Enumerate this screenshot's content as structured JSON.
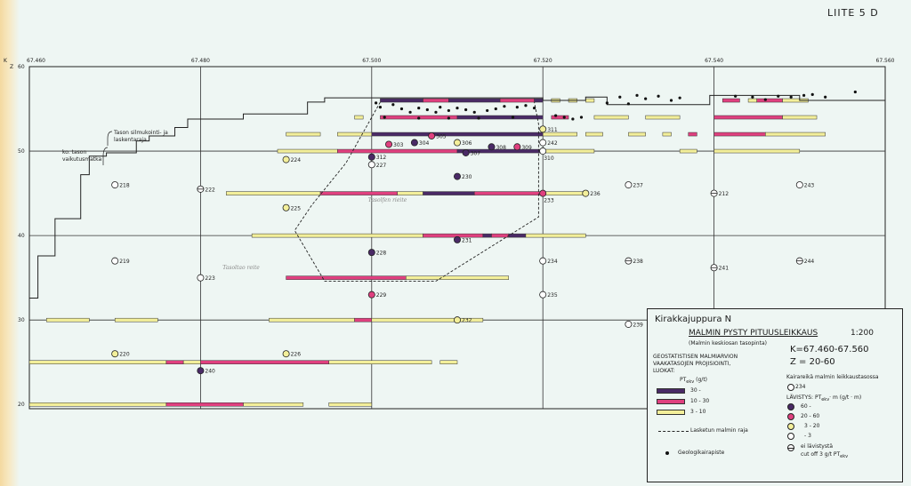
{
  "sheet_label": "LIITE 5 D",
  "axes": {
    "x_label": "K",
    "y_label": "Z",
    "x_ticks": [
      "67.460",
      "67.480",
      "67.500",
      "67.520",
      "67.540",
      "67.560"
    ],
    "x_values": [
      67.46,
      67.48,
      67.5,
      67.52,
      67.54,
      67.56
    ],
    "y_ticks": [
      "60",
      "50",
      "40",
      "30",
      "20"
    ],
    "y_values": [
      60,
      50,
      40,
      30,
      20
    ],
    "range_x": [
      67.46,
      67.56
    ],
    "range_z": [
      19.5,
      60
    ]
  },
  "annotations": {
    "model_surface": "Tason silmukointi- ja laskentaraja",
    "effect_depth": "ko. tason vaikutusmatka"
  },
  "colors": {
    "class_high": "#4a2a66",
    "class_mid": "#e0407f",
    "class_low": "#f3ef9a",
    "dot_60": "#4a2a66",
    "dot_20_60": "#e0407f",
    "dot_3_20": "#f3ef9a",
    "dot_0_3": "#ffffff"
  },
  "ore_bars": [
    {
      "k1": 67.46,
      "k2": 67.476,
      "z": 25,
      "class": "low"
    },
    {
      "k1": 67.476,
      "k2": 67.478,
      "z": 25,
      "class": "mid"
    },
    {
      "k1": 67.478,
      "k2": 67.48,
      "z": 25,
      "class": "low"
    },
    {
      "k1": 67.48,
      "k2": 67.495,
      "z": 25,
      "class": "mid"
    },
    {
      "k1": 67.495,
      "k2": 67.507,
      "z": 25,
      "class": "low"
    },
    {
      "k1": 67.508,
      "k2": 67.51,
      "z": 25,
      "class": "low"
    },
    {
      "k1": 67.46,
      "k2": 67.476,
      "z": 20,
      "class": "low"
    },
    {
      "k1": 67.476,
      "k2": 67.485,
      "z": 20,
      "class": "mid"
    },
    {
      "k1": 67.485,
      "k2": 67.492,
      "z": 20,
      "class": "low"
    },
    {
      "k1": 67.495,
      "k2": 67.5,
      "z": 20,
      "class": "low"
    },
    {
      "k1": 67.462,
      "k2": 67.467,
      "z": 30,
      "class": "low"
    },
    {
      "k1": 67.47,
      "k2": 67.475,
      "z": 30,
      "class": "low"
    },
    {
      "k1": 67.488,
      "k2": 67.498,
      "z": 30,
      "class": "low"
    },
    {
      "k1": 67.498,
      "k2": 67.5,
      "z": 30,
      "class": "mid"
    },
    {
      "k1": 67.5,
      "k2": 67.513,
      "z": 30,
      "class": "low"
    },
    {
      "k1": 67.49,
      "k2": 67.504,
      "z": 35,
      "class": "mid"
    },
    {
      "k1": 67.504,
      "k2": 67.516,
      "z": 35,
      "class": "low"
    },
    {
      "k1": 67.486,
      "k2": 67.506,
      "z": 40,
      "class": "low"
    },
    {
      "k1": 67.506,
      "k2": 67.513,
      "z": 40,
      "class": "mid"
    },
    {
      "k1": 67.513,
      "k2": 67.514,
      "z": 40,
      "class": "high"
    },
    {
      "k1": 67.514,
      "k2": 67.516,
      "z": 40,
      "class": "mid"
    },
    {
      "k1": 67.516,
      "k2": 67.518,
      "z": 40,
      "class": "high"
    },
    {
      "k1": 67.518,
      "k2": 67.525,
      "z": 40,
      "class": "low"
    },
    {
      "k1": 67.483,
      "k2": 67.494,
      "z": 45,
      "class": "low"
    },
    {
      "k1": 67.494,
      "k2": 67.503,
      "z": 45,
      "class": "mid"
    },
    {
      "k1": 67.503,
      "k2": 67.506,
      "z": 45,
      "class": "low"
    },
    {
      "k1": 67.506,
      "k2": 67.512,
      "z": 45,
      "class": "high"
    },
    {
      "k1": 67.512,
      "k2": 67.52,
      "z": 45,
      "class": "mid"
    },
    {
      "k1": 67.52,
      "k2": 67.525,
      "z": 45,
      "class": "low"
    },
    {
      "k1": 67.489,
      "k2": 67.496,
      "z": 50,
      "class": "low"
    },
    {
      "k1": 67.496,
      "k2": 67.51,
      "z": 50,
      "class": "mid"
    },
    {
      "k1": 67.51,
      "k2": 67.52,
      "z": 50,
      "class": "high"
    },
    {
      "k1": 67.52,
      "k2": 67.526,
      "z": 50,
      "class": "low"
    },
    {
      "k1": 67.536,
      "k2": 67.538,
      "z": 50,
      "class": "low"
    },
    {
      "k1": 67.54,
      "k2": 67.55,
      "z": 50,
      "class": "low"
    },
    {
      "k1": 67.49,
      "k2": 67.494,
      "z": 52,
      "class": "low"
    },
    {
      "k1": 67.496,
      "k2": 67.5,
      "z": 52,
      "class": "low"
    },
    {
      "k1": 67.5,
      "k2": 67.52,
      "z": 52,
      "class": "high"
    },
    {
      "k1": 67.52,
      "k2": 67.524,
      "z": 52,
      "class": "low"
    },
    {
      "k1": 67.525,
      "k2": 67.527,
      "z": 52,
      "class": "low"
    },
    {
      "k1": 67.53,
      "k2": 67.532,
      "z": 52,
      "class": "low"
    },
    {
      "k1": 67.534,
      "k2": 67.535,
      "z": 52,
      "class": "low"
    },
    {
      "k1": 67.537,
      "k2": 67.538,
      "z": 52,
      "class": "mid"
    },
    {
      "k1": 67.54,
      "k2": 67.546,
      "z": 52,
      "class": "mid"
    },
    {
      "k1": 67.546,
      "k2": 67.553,
      "z": 52,
      "class": "low"
    },
    {
      "k1": 67.498,
      "k2": 67.499,
      "z": 54,
      "class": "low"
    },
    {
      "k1": 67.501,
      "k2": 67.51,
      "z": 54,
      "class": "mid"
    },
    {
      "k1": 67.51,
      "k2": 67.52,
      "z": 54,
      "class": "high"
    },
    {
      "k1": 67.521,
      "k2": 67.523,
      "z": 54,
      "class": "mid"
    },
    {
      "k1": 67.526,
      "k2": 67.53,
      "z": 54,
      "class": "low"
    },
    {
      "k1": 67.532,
      "k2": 67.536,
      "z": 54,
      "class": "low"
    },
    {
      "k1": 67.54,
      "k2": 67.548,
      "z": 54,
      "class": "mid"
    },
    {
      "k1": 67.548,
      "k2": 67.552,
      "z": 54,
      "class": "low"
    },
    {
      "k1": 67.501,
      "k2": 67.506,
      "z": 56,
      "class": "high"
    },
    {
      "k1": 67.506,
      "k2": 67.509,
      "z": 56,
      "class": "mid"
    },
    {
      "k1": 67.509,
      "k2": 67.515,
      "z": 56,
      "class": "high"
    },
    {
      "k1": 67.515,
      "k2": 67.519,
      "z": 56,
      "class": "mid"
    },
    {
      "k1": 67.519,
      "k2": 67.52,
      "z": 56,
      "class": "high"
    },
    {
      "k1": 67.521,
      "k2": 67.522,
      "z": 56,
      "class": "low"
    },
    {
      "k1": 67.523,
      "k2": 67.524,
      "z": 56,
      "class": "low"
    },
    {
      "k1": 67.525,
      "k2": 67.526,
      "z": 56,
      "class": "low"
    },
    {
      "k1": 67.541,
      "k2": 67.543,
      "z": 56,
      "class": "mid"
    },
    {
      "k1": 67.544,
      "k2": 67.545,
      "z": 56,
      "class": "low"
    },
    {
      "k1": 67.545,
      "k2": 67.548,
      "z": 56,
      "class": "mid"
    },
    {
      "k1": 67.548,
      "k2": 67.551,
      "z": 56,
      "class": "low"
    }
  ],
  "drillholes": [
    {
      "id": "218",
      "k": 67.47,
      "z": 46,
      "g": "0_3",
      "label_side": "r"
    },
    {
      "id": "219",
      "k": 67.47,
      "z": 37,
      "g": "0_3",
      "label_side": "r"
    },
    {
      "id": "220",
      "k": 67.47,
      "z": 26,
      "g": "3_20",
      "label_side": "r"
    },
    {
      "id": "222",
      "k": 67.48,
      "z": 45.5,
      "g": "none",
      "label_side": "r"
    },
    {
      "id": "223",
      "k": 67.48,
      "z": 35,
      "g": "0_3",
      "label_side": "r"
    },
    {
      "id": "240",
      "k": 67.48,
      "z": 24,
      "g": "60",
      "label_side": "r"
    },
    {
      "id": "224",
      "k": 67.49,
      "z": 49,
      "g": "3_20",
      "label_side": "r"
    },
    {
      "id": "225",
      "k": 67.49,
      "z": 43.3,
      "g": "3_20",
      "label_side": "r"
    },
    {
      "id": "226",
      "k": 67.49,
      "z": 26,
      "g": "3_20",
      "label_side": "r"
    },
    {
      "id": "303",
      "k": 67.502,
      "z": 50.8,
      "g": "20_60",
      "label_side": "r"
    },
    {
      "id": "304",
      "k": 67.505,
      "z": 51,
      "g": "60",
      "label_side": "r"
    },
    {
      "id": "305",
      "k": 67.507,
      "z": 51.8,
      "g": "20_60",
      "label_side": "r"
    },
    {
      "id": "306",
      "k": 67.51,
      "z": 51,
      "g": "3_20",
      "label_side": "r"
    },
    {
      "id": "307",
      "k": 67.511,
      "z": 49.8,
      "g": "60",
      "label_side": "r"
    },
    {
      "id": "308",
      "k": 67.514,
      "z": 50.5,
      "g": "60",
      "label_side": "r"
    },
    {
      "id": "309",
      "k": 67.517,
      "z": 50.5,
      "g": "20_60",
      "label_side": "r"
    },
    {
      "id": "310",
      "k": 67.52,
      "z": 50,
      "g": "0_3",
      "label_side": "b"
    },
    {
      "id": "311",
      "k": 67.52,
      "z": 52.6,
      "g": "3_20",
      "label_side": "r"
    },
    {
      "id": "242",
      "k": 67.52,
      "z": 51,
      "g": "0_3",
      "label_side": "r"
    },
    {
      "id": "312",
      "k": 67.5,
      "z": 49.3,
      "g": "60",
      "label_side": "r"
    },
    {
      "id": "227",
      "k": 67.5,
      "z": 48.4,
      "g": "0_3",
      "label_side": "r"
    },
    {
      "id": "228",
      "k": 67.5,
      "z": 38,
      "g": "60",
      "label_side": "r"
    },
    {
      "id": "229",
      "k": 67.5,
      "z": 33,
      "g": "20_60",
      "label_side": "r"
    },
    {
      "id": "230",
      "k": 67.51,
      "z": 47,
      "g": "60",
      "label_side": "r"
    },
    {
      "id": "231",
      "k": 67.51,
      "z": 39.5,
      "g": "60",
      "label_side": "r"
    },
    {
      "id": "232",
      "k": 67.51,
      "z": 30,
      "g": "3_20",
      "label_side": "r"
    },
    {
      "id": "233",
      "k": 67.52,
      "z": 45,
      "g": "20_60",
      "label_side": "b"
    },
    {
      "id": "234",
      "k": 67.52,
      "z": 37,
      "g": "0_3",
      "label_side": "r"
    },
    {
      "id": "235",
      "k": 67.52,
      "z": 33,
      "g": "0_3",
      "label_side": "r"
    },
    {
      "id": "236",
      "k": 67.525,
      "z": 45,
      "g": "3_20",
      "label_side": "r"
    },
    {
      "id": "237",
      "k": 67.53,
      "z": 46,
      "g": "0_3",
      "label_side": "r"
    },
    {
      "id": "238",
      "k": 67.53,
      "z": 37,
      "g": "none",
      "label_side": "r"
    },
    {
      "id": "239",
      "k": 67.53,
      "z": 29.5,
      "g": "0_3",
      "label_side": "r"
    },
    {
      "id": "212",
      "k": 67.54,
      "z": 45,
      "g": "none",
      "label_side": "r"
    },
    {
      "id": "241",
      "k": 67.54,
      "z": 36.2,
      "g": "none",
      "label_side": "r"
    },
    {
      "id": "243",
      "k": 67.55,
      "z": 46,
      "g": "0_3",
      "label_side": "r"
    },
    {
      "id": "244",
      "k": 67.55,
      "z": 37,
      "g": "none",
      "label_side": "r"
    }
  ],
  "geology_points": [
    [
      67.5005,
      55.7
    ],
    [
      67.501,
      55.2
    ],
    [
      67.5025,
      55.5
    ],
    [
      67.5035,
      55.0
    ],
    [
      67.5045,
      54.6
    ],
    [
      67.5055,
      55.1
    ],
    [
      67.5065,
      54.9
    ],
    [
      67.5075,
      54.6
    ],
    [
      67.508,
      55.2
    ],
    [
      67.509,
      54.8
    ],
    [
      67.51,
      55.1
    ],
    [
      67.511,
      54.9
    ],
    [
      67.512,
      54.6
    ],
    [
      67.5135,
      54.8
    ],
    [
      67.5145,
      55.0
    ],
    [
      67.5155,
      55.3
    ],
    [
      67.517,
      55.2
    ],
    [
      67.518,
      55.4
    ],
    [
      67.519,
      55.1
    ],
    [
      67.5015,
      54.0
    ],
    [
      67.5055,
      53.9
    ],
    [
      67.509,
      53.9
    ],
    [
      67.5125,
      53.9
    ],
    [
      67.5165,
      54.0
    ],
    [
      67.5215,
      54.2
    ],
    [
      67.5225,
      54.0
    ],
    [
      67.5235,
      53.8
    ],
    [
      67.5245,
      54.0
    ],
    [
      67.5275,
      55.7
    ],
    [
      67.529,
      56.4
    ],
    [
      67.53,
      55.6
    ],
    [
      67.531,
      56.6
    ],
    [
      67.532,
      56.2
    ],
    [
      67.5335,
      56.5
    ],
    [
      67.535,
      56.0
    ],
    [
      67.536,
      56.3
    ],
    [
      67.5425,
      56.5
    ],
    [
      67.5445,
      56.4
    ],
    [
      67.546,
      56.1
    ],
    [
      67.5475,
      56.5
    ],
    [
      67.549,
      56.4
    ],
    [
      67.5505,
      56.6
    ],
    [
      67.5515,
      56.7
    ],
    [
      67.553,
      56.4
    ],
    [
      67.5565,
      57.0
    ]
  ],
  "geology_line": [
    [
      67.46,
      32.6
    ],
    [
      67.461,
      32.6
    ],
    [
      67.461,
      37.6
    ],
    [
      67.463,
      37.6
    ],
    [
      67.463,
      42.0
    ],
    [
      67.466,
      42.0
    ],
    [
      67.466,
      47.2
    ],
    [
      67.467,
      47.2
    ],
    [
      67.467,
      49.4
    ],
    [
      67.469,
      49.4
    ],
    [
      67.469,
      49.8
    ],
    [
      67.4725,
      49.8
    ],
    [
      67.4725,
      51.2
    ],
    [
      67.474,
      51.2
    ],
    [
      67.474,
      51.8
    ],
    [
      67.477,
      51.8
    ],
    [
      67.477,
      52.8
    ],
    [
      67.4785,
      52.8
    ],
    [
      67.4785,
      53.8
    ],
    [
      67.485,
      53.8
    ],
    [
      67.485,
      54.4
    ],
    [
      67.4925,
      54.4
    ],
    [
      67.4925,
      55.8
    ],
    [
      67.4945,
      55.8
    ],
    [
      67.4945,
      56.3
    ],
    [
      67.52,
      56.3
    ],
    [
      67.52,
      56.0
    ],
    [
      67.525,
      56.0
    ],
    [
      67.525,
      56.4
    ],
    [
      67.5275,
      56.4
    ],
    [
      67.5275,
      55.5
    ],
    [
      67.5395,
      55.5
    ],
    [
      67.5395,
      56.6
    ],
    [
      67.55,
      56.6
    ],
    [
      67.55,
      56.0
    ],
    [
      67.56,
      56.0
    ]
  ],
  "calc_boundary": [
    [
      67.501,
      55.8
    ],
    [
      67.497,
      48.6
    ],
    [
      67.493,
      43.6
    ],
    [
      67.491,
      40.6
    ],
    [
      67.4945,
      34.6
    ],
    [
      67.5075,
      34.6
    ],
    [
      67.5195,
      42.2
    ],
    [
      67.5195,
      53.2
    ],
    [
      67.519,
      55.8
    ]
  ],
  "notes": [
    {
      "text": "Tasolfen rieite",
      "k": 67.5,
      "z": 44
    },
    {
      "text": "Tasoltao reite",
      "k": 67.483,
      "z": 36
    }
  ],
  "legend": {
    "title": "Kirakkajuppura N",
    "subtitle": "MALMIN PYSTY PITUUSLEIKKAUS",
    "scale": "1:200",
    "subnote": "(Malmin keskiosan tasopinta)",
    "k_range": "K=67.460-67.560",
    "z_range": "Z = 20-60",
    "method": [
      "GEOSTATISTISEN MALMIARVION",
      "VAAKATASOJEN PROJISIOINTI,",
      "LUOKAT:"
    ],
    "class_unit": "PT",
    "class_unit_sub": "ekv",
    "class_unit_tail": " (g/t)",
    "classes": [
      "30 -",
      "10 - 30",
      "3 - 10"
    ],
    "boundary_label": "Lasketun malmin raja",
    "geology_point_label": "Geologikairapiste",
    "hole_title": "Kairareikä malmin leikkaustasossa",
    "hole_example": "234",
    "grade_title": "LÄVISTYS: PT",
    "grade_title_sub": "ekv",
    "grade_title_tail": "· m (g/t · m)",
    "grades": [
      "60 -",
      "20 - 60",
      "3 - 20",
      "- 3"
    ],
    "no_intersection": [
      "ei lävistystä",
      "cut off 3 g/t PT"
    ],
    "no_intersection_sub": "ekv"
  }
}
